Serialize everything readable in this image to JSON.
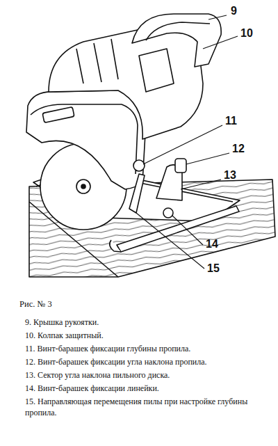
{
  "diagram": {
    "caption": "Рис. № 3",
    "labels": [
      "9",
      "10",
      "11",
      "12",
      "13",
      "14",
      "15",
      "Рис. № 3",
      "9. Крышка рукоятки.",
      "10. Колпак защитный.",
      "11. Винт-барашек фиксации глубины пропила.",
      "12. Винт-барашек фиксации угла наклона пропила.",
      "13. Сектор угла наклона пильного диска.",
      "14. Винт-барашек фиксации линейки.",
      "15. Направляющая перемещения пилы при настройке глубины пропила."
    ]
  }
}
